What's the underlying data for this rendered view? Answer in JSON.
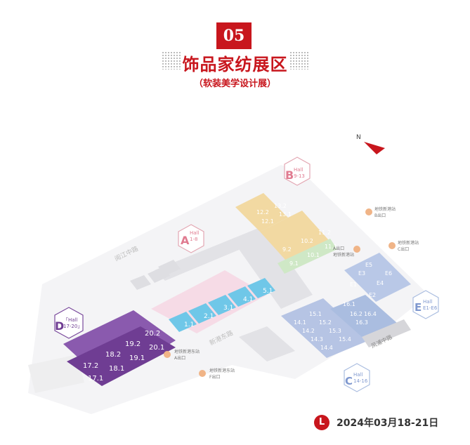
{
  "header": {
    "number": "05",
    "title": "饰品家纺展区",
    "subtitle": "（软装美学设计展）"
  },
  "compass": {
    "label": "N"
  },
  "halls": {
    "A": {
      "letter": "A",
      "label": "Hall\n1-8"
    },
    "B": {
      "letter": "B",
      "label": "「Hall\n9-13」"
    },
    "C": {
      "letter": "C",
      "label": "Hall\n14-16"
    },
    "D": {
      "letter": "D",
      "label": "「Hall\n17-20」"
    },
    "E": {
      "letter": "E",
      "label": "Hall\nE1-E6"
    }
  },
  "booths_top": [
    "1.1",
    "2.1",
    "3.1",
    "4.1",
    "5.1"
  ],
  "booths_purple_top": [
    "17.2",
    "18.2",
    "19.2",
    "20.2"
  ],
  "booths_purple_bottom": [
    "17.1",
    "18.1",
    "19.1",
    "20.1"
  ],
  "booths_yellow": [
    "12.2",
    "13.2",
    "12.1",
    "13.1",
    "9.2",
    "10.2",
    "11.2",
    "9.1",
    "10.1",
    "11.1"
  ],
  "booths_blue_c": [
    "14.1",
    "15.1",
    "14.2",
    "15.2",
    "14.3",
    "15.3",
    "14.4",
    "15.4",
    "16.1",
    "16.2",
    "16.3",
    "16.4"
  ],
  "booths_e": [
    "E1",
    "E2",
    "E3",
    "E4",
    "E5",
    "E6"
  ],
  "metro": [
    {
      "name": "地铁新港站",
      "exit": "B出口"
    },
    {
      "name": "地铁新港站",
      "exit": "C出口"
    },
    {
      "name": "地铁新港站",
      "exit": "A出口"
    },
    {
      "name": "地铁新港东站",
      "exit": "A出口"
    },
    {
      "name": "地铁新港东站",
      "exit": "F出口"
    }
  ],
  "roads": [
    "阅江中路",
    "新港东路",
    "凤浦中路"
  ],
  "date": {
    "text": "2024年03月18-21日"
  },
  "colors": {
    "accent": "#c8161d",
    "purple": "#7a4a9c",
    "pink": "#f6dbe6",
    "cyan": "#6fc7e8",
    "yellow": "#f2d9a2",
    "green": "#cfe8c6",
    "blue": "#aabde0"
  }
}
